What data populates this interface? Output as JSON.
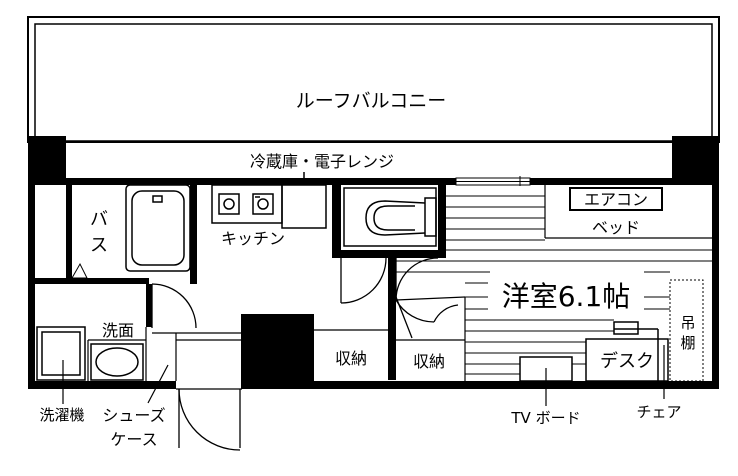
{
  "floorplan": {
    "roof_balcony": "ルーフバルコニー",
    "fridge_microwave": "冷蔵庫・電子レンジ",
    "kitchen": "キッチン",
    "bath_left": "バ",
    "bath_right": "ス",
    "washroom": "洗面",
    "washing_machine": "洗濯機",
    "shoe_case_line1": "シューズ",
    "shoe_case_line2": "ケース",
    "storage_1": "収納",
    "storage_2": "収納",
    "aircon": "エアコン",
    "bed": "ベッド",
    "room_label": "洋室6.1帖",
    "tv_board": "TV ボード",
    "desk": "デスク",
    "chair": "チェア",
    "hanging_shelf_1": "吊",
    "hanging_shelf_2": "棚"
  }
}
